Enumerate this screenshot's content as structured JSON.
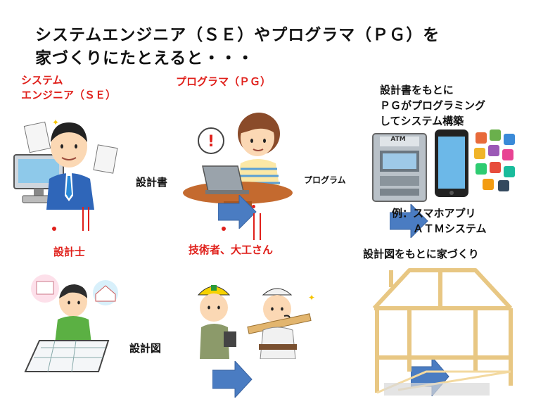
{
  "title": {
    "line1": "システムエンジニア（ＳＥ）やプログラマ（ＰＧ）を",
    "line2": "家づくりにたとえると・・・"
  },
  "se": {
    "label_line1": "システム",
    "label_line2": "エンジニア（ＳＥ）"
  },
  "pg": {
    "label": "プログラマ（ＰＧ）"
  },
  "doc_label": "設計書",
  "program_label": "プログラム",
  "system_note": {
    "line1": "設計書をもとに",
    "line2": "ＰＧがプログラミング",
    "line3": "してシステム構築"
  },
  "atm_sign": "ATM",
  "example": {
    "line1": "例：スマホアプリ",
    "line2": "ＡＴＭシステム"
  },
  "architect_label": "設計士",
  "builder_label": "技術者、大工さん",
  "blueprint_label": "設計図",
  "build_note": "設計図をもとに家づくり",
  "colors": {
    "red": "#e0201b",
    "arrow": "#4a7cc2",
    "wood": "#f3d9a0"
  }
}
